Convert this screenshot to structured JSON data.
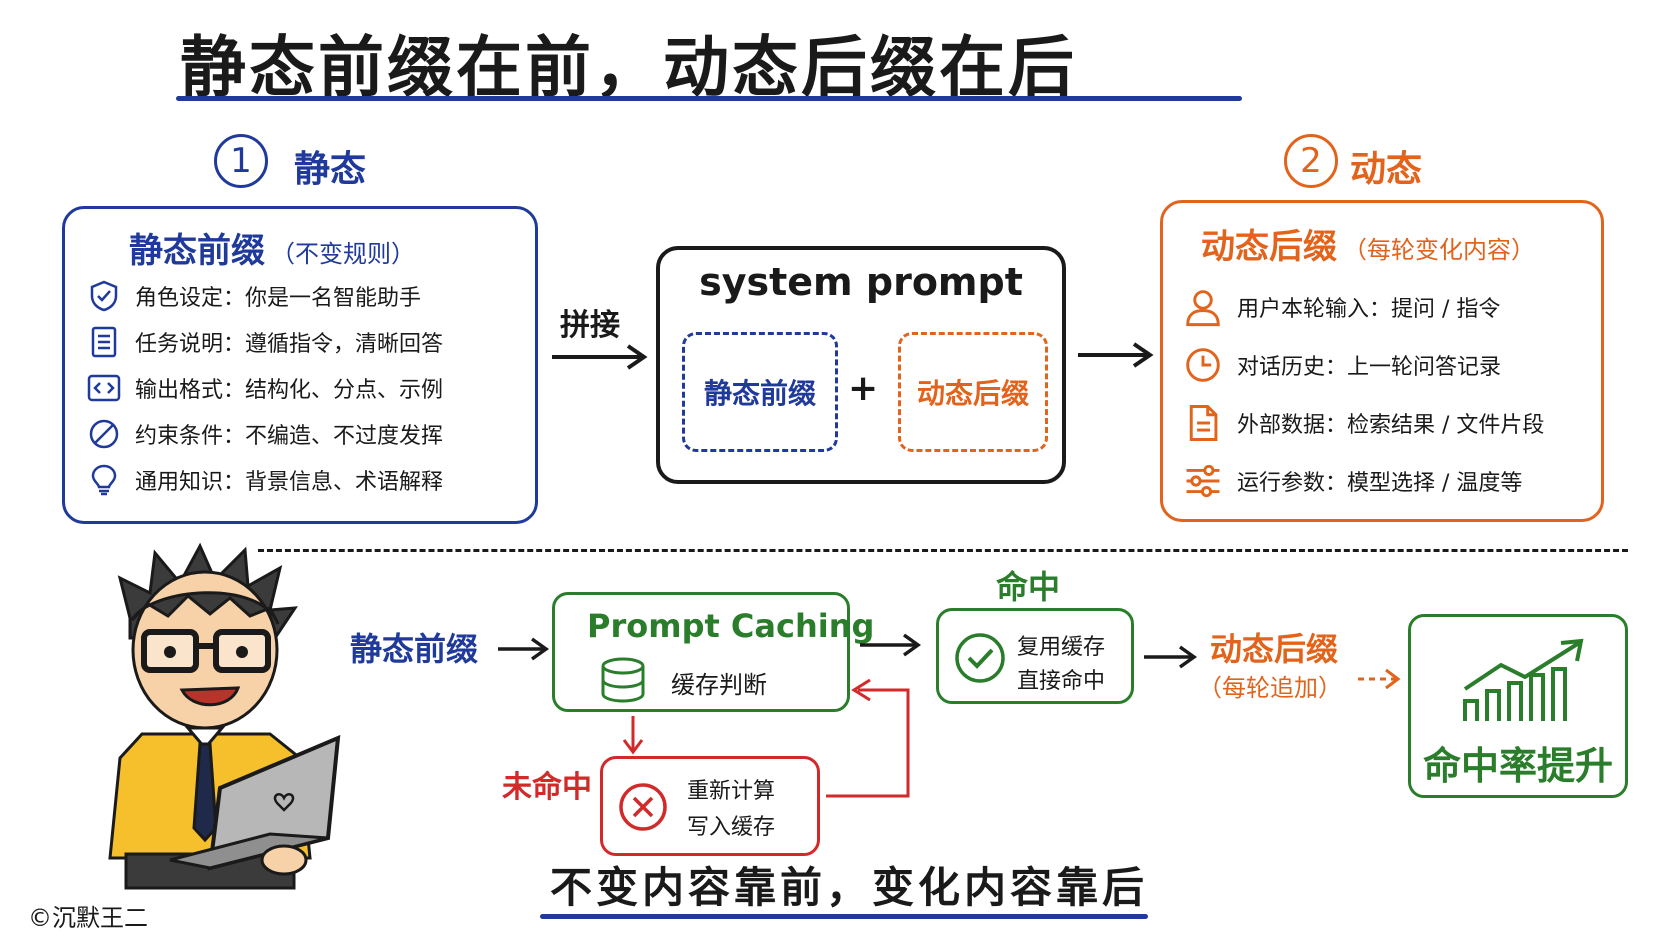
{
  "title": "静态前缀在前，动态后缀在后",
  "section1": {
    "number": "1",
    "label": "静态"
  },
  "section2": {
    "number": "2",
    "label": "动态"
  },
  "static_box": {
    "title": "静态前缀",
    "subtitle": "（不变规则）",
    "items": [
      {
        "icon": "shield-check-icon",
        "text": "角色设定：你是一名智能助手"
      },
      {
        "icon": "document-list-icon",
        "text": "任务说明：遵循指令，清晰回答"
      },
      {
        "icon": "code-brackets-icon",
        "text": "输出格式：结构化、分点、示例"
      },
      {
        "icon": "prohibit-icon",
        "text": "约束条件：不编造、不过度发挥"
      },
      {
        "icon": "lightbulb-icon",
        "text": "通用知识：背景信息、术语解释"
      }
    ]
  },
  "concat_label": "拼接",
  "system_prompt": {
    "title": "system prompt",
    "left": "静态前缀",
    "plus": "+",
    "right": "动态后缀"
  },
  "dynamic_box": {
    "title": "动态后缀",
    "subtitle": "（每轮变化内容）",
    "items": [
      {
        "icon": "user-icon",
        "text": "用户本轮输入：提问 / 指令"
      },
      {
        "icon": "clock-icon",
        "text": "对话历史：上一轮问答记录"
      },
      {
        "icon": "file-icon",
        "text": "外部数据：检索结果 / 文件片段"
      },
      {
        "icon": "sliders-icon",
        "text": "运行参数：模型选择 / 温度等"
      }
    ]
  },
  "flow": {
    "input_label": "静态前缀",
    "cache_title": "Prompt Caching",
    "cache_sub": "缓存判断",
    "hit_label": "命中",
    "reuse_line1": "复用缓存",
    "reuse_line2": "直接命中",
    "dynamic_label": "动态后缀",
    "dynamic_sub": "（每轮追加）",
    "miss_label": "未命中",
    "miss_line1": "重新计算",
    "miss_line2": "写入缓存",
    "result": "命中率提升"
  },
  "slogan": "不变内容靠前，变化内容靠后",
  "copyright": "©沉默王二",
  "colors": {
    "blue": "#1f3a9a",
    "orange": "#e2641c",
    "green": "#2a7d2a",
    "red": "#d22a2a",
    "dark": "#1a1a1a"
  }
}
